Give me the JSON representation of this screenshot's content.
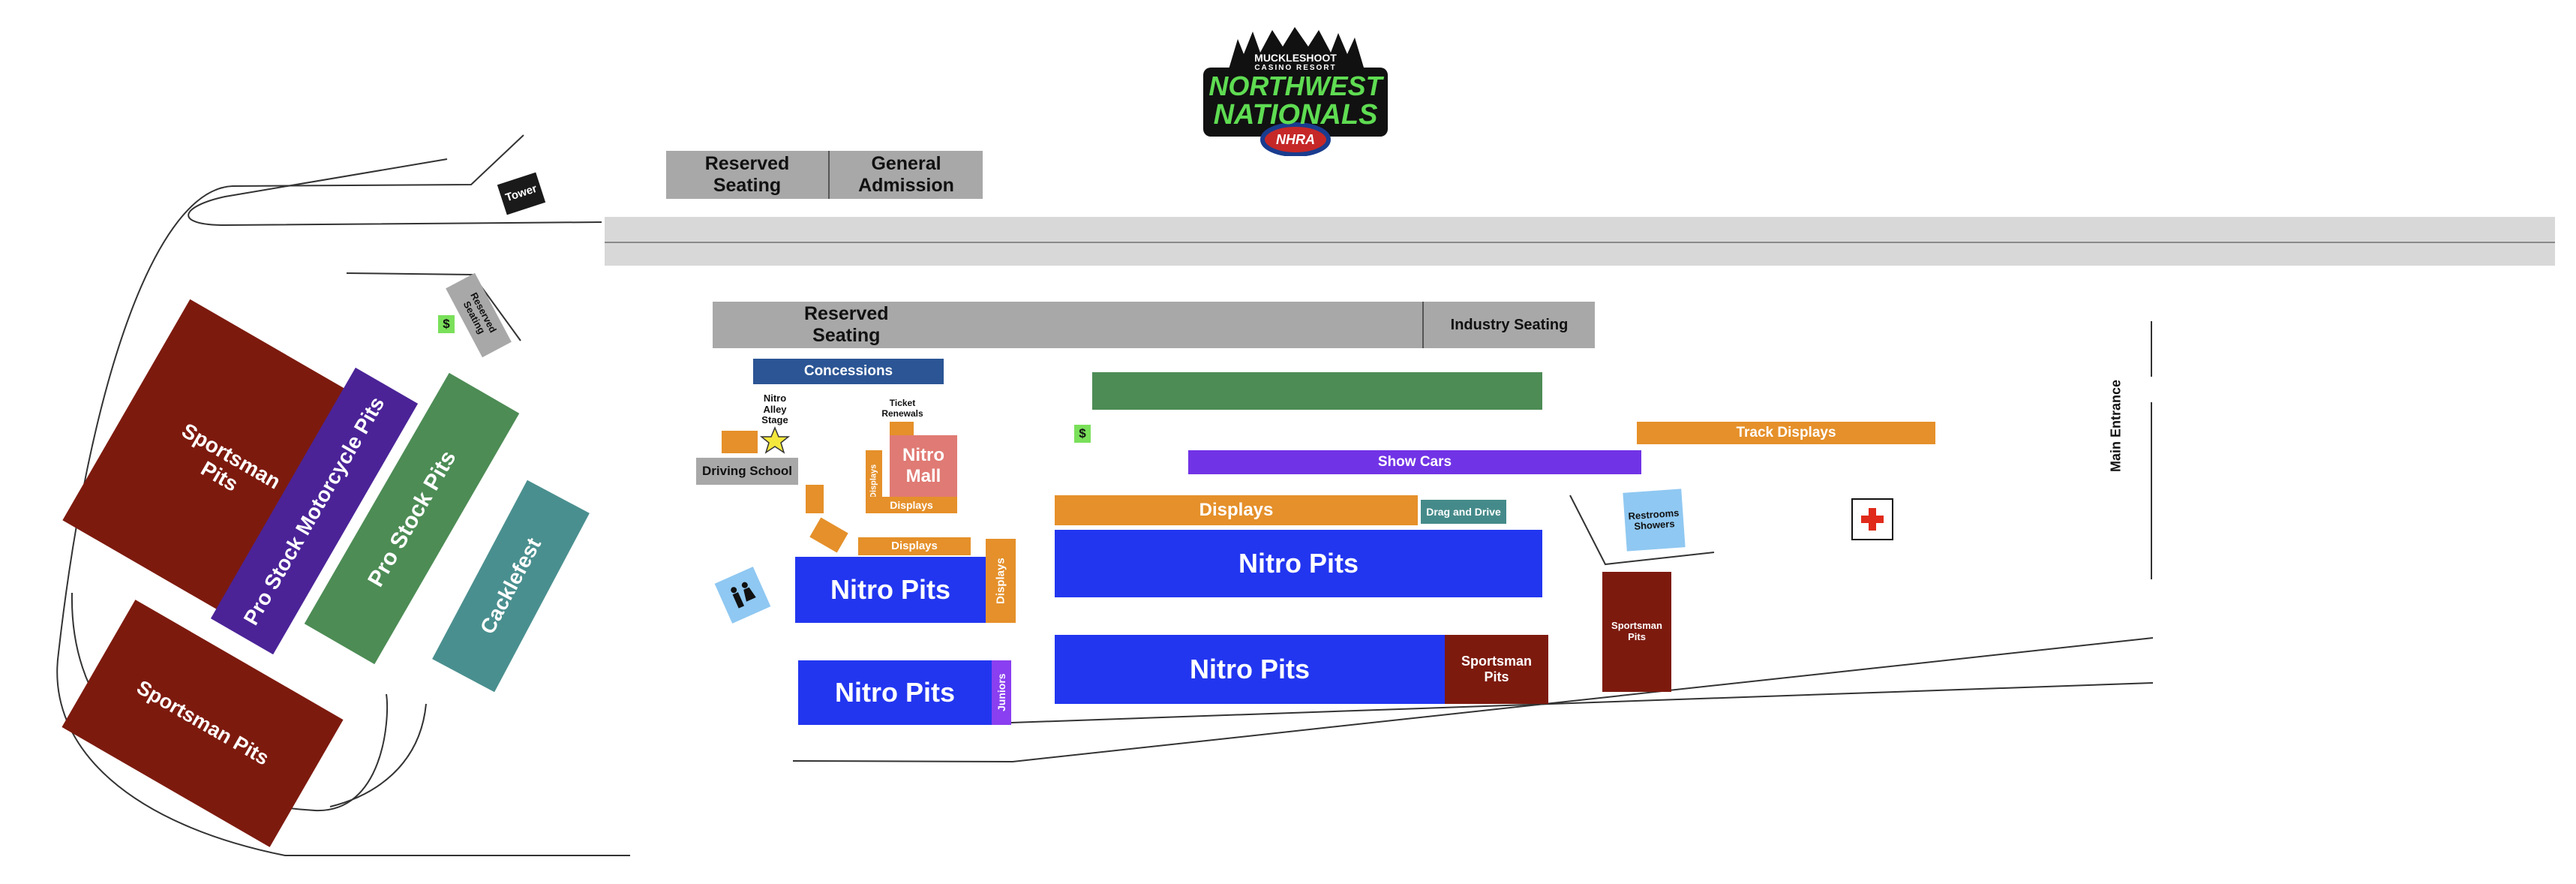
{
  "logo": {
    "line1": "MUCKLESHOOT",
    "line2": "CASINO RESORT",
    "line3": "NORTHWEST",
    "line4": "NATIONALS",
    "badge": "NHRA",
    "icon": "tree-skyline-logo"
  },
  "colors": {
    "sportsman": "#7d1a0e",
    "motorcycle": "#4b2397",
    "pro_stock": "#4d8c55",
    "cacklefest": "#4a8f8f",
    "nitro": "#2236f0",
    "displays": "#e5902a",
    "concessions": "#2b5594",
    "seating": "#a8a8a8",
    "show_cars": "#7133e6",
    "juniors": "#8a3ff0",
    "restrooms": "#8fc8f2",
    "dollar": "#7ae05a",
    "nitro_mall": "#e07a74",
    "track": "#d8d8d8",
    "drag_and_drive": "#458a8a",
    "first_aid": "#e02a1a"
  },
  "areas": {
    "tower": "Tower",
    "reserved_seating_top": "Reserved\nSeating",
    "general_admission": "General\nAdmission",
    "reserved_seating_main": "Reserved\nSeating",
    "industry_seating": "Industry Seating",
    "reserved_seating_small": "Reserved\nSeating",
    "dollar_sign": "$",
    "sportsman_pits_1": "Sportsman\nPits",
    "pro_stock_motorcycle": "Pro Stock Motorcycle Pits",
    "pro_stock": "Pro Stock  Pits",
    "cacklefest": "Cacklefest",
    "sportsman_pits_2": "Sportsman Pits",
    "concessions": "Concessions",
    "nitro_alley_stage": "Nitro\nAlley\nStage",
    "ticket_renewals": "Ticket\nRenewals",
    "nitro_mall": "Nitro\nMall",
    "displays_vertical_mall": "Displays",
    "displays_mall": "Displays",
    "driving_school": "Driving School",
    "displays_small": "Displays",
    "displays_vertical": "Displays",
    "nitro_pits_1": "Nitro Pits",
    "nitro_pits_2": "Nitro Pits",
    "juniors": "Juniors",
    "show_cars": "Show Cars",
    "track_displays": "Track Displays",
    "displays_large": "Displays",
    "drag_and_drive": "Drag and Drive",
    "nitro_pits_3": "Nitro Pits",
    "nitro_pits_4": "Nitro Pits",
    "sportsman_pits_3": "Sportsman\nPits",
    "restrooms_showers": "Restrooms\nShowers",
    "sportsman_pits_4": "Sportsman\nPits",
    "main_entrance": "Main Entrance"
  },
  "icons": {
    "star": "star-icon",
    "restroom": "restroom-icon",
    "first_aid": "first-aid-cross-icon"
  }
}
